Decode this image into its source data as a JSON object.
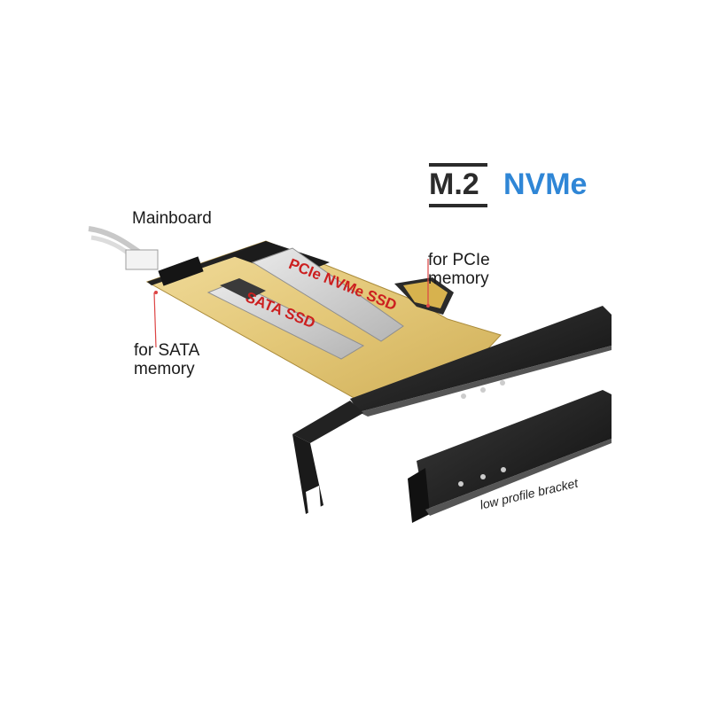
{
  "brand": {
    "m2": "M.2",
    "nvme": "NVMe",
    "nvme_color": "#2f86d6"
  },
  "labels": {
    "mainboard": "Mainboard",
    "pcie": "for PCIe\nmemory",
    "sata": "for SATA\nmemory",
    "low_profile": "low profile bracket"
  },
  "ssd_labels": {
    "pcie": "PCIe NVMe SSD",
    "sata": "SATA SSD"
  }
}
